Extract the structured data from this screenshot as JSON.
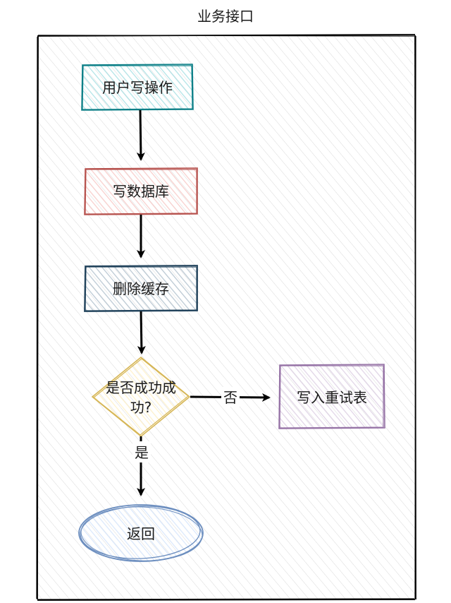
{
  "title": "业务接口",
  "nodes": {
    "user_write": {
      "label": "用户写操作",
      "stroke": "#0e8088",
      "fill": "#b0e3e6"
    },
    "write_db": {
      "label": "写数据库",
      "stroke": "#b85450",
      "fill": "#f8cecc"
    },
    "delete_cache": {
      "label": "删除缓存",
      "stroke": "#23445d",
      "fill": "#bac8d3"
    },
    "decision": {
      "line1": "是否成功成",
      "line2": "功?",
      "stroke": "#d6b656",
      "fill": "#fff2cc"
    },
    "retry_table": {
      "label": "写入重试表",
      "stroke": "#9673a6",
      "fill": "#e1d5e7"
    },
    "return": {
      "label": "返回",
      "stroke": "#6c8ebf",
      "fill": "#dae8fc"
    }
  },
  "edges": {
    "no_label": "否",
    "yes_label": "是"
  },
  "colors": {
    "container_stroke": "#000000",
    "container_hatch": "#d0d0d0",
    "arrow": "#000000"
  }
}
